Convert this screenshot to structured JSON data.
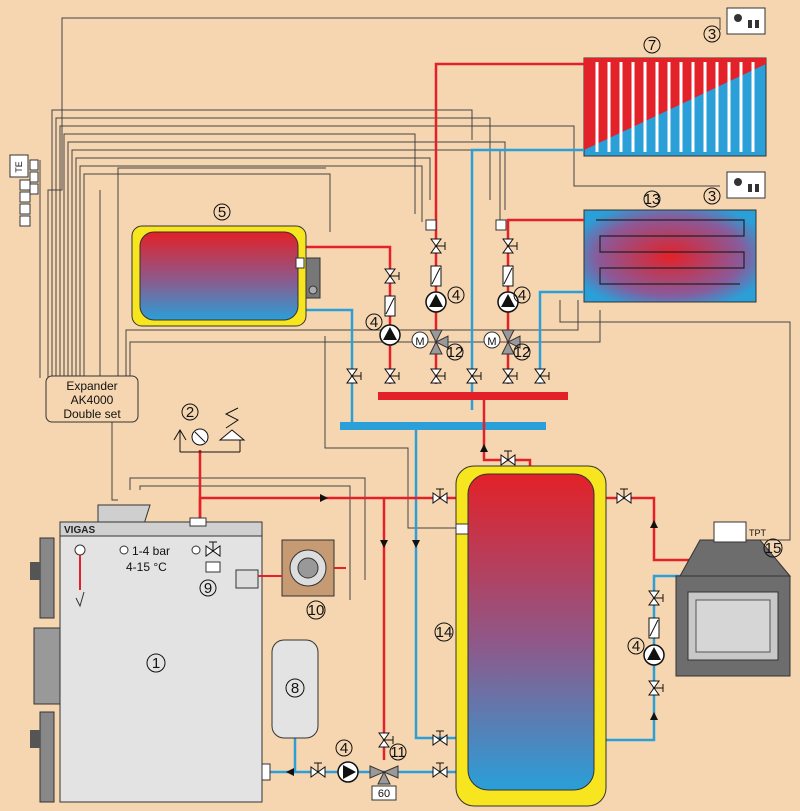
{
  "brand": "VIGAS",
  "sensor_tag_te": "TE",
  "sensor_tag_tpt": "TPT",
  "expander": {
    "line1": "Expander",
    "line2": "AK4000",
    "line3": "Double set"
  },
  "boiler_settings": {
    "pressure": "1-4 bar",
    "temperature": "4-15 °C"
  },
  "components": {
    "boiler": "1",
    "pressure_gauge": "2",
    "room_unit": "3",
    "pump": "4",
    "dhw_tank": "5",
    "solar_collector": "7",
    "expansion_vessel": "8",
    "cooling_valve": "9",
    "burner": "10",
    "mixing_valve": "11",
    "motor_mixing_valve": "12",
    "floor_heating": "13",
    "accumulation_tank": "14",
    "fireplace": "15"
  },
  "mixing_valve_temp": "60",
  "motor_symbol": "M",
  "colors": {
    "hot": "#e32128",
    "cold": "#2a9fd8",
    "background": "#f6d6b0",
    "tank_jacket": "#f7e61f",
    "boiler_body": "#e3e3e3",
    "fireplace": "#6d6d6d"
  }
}
